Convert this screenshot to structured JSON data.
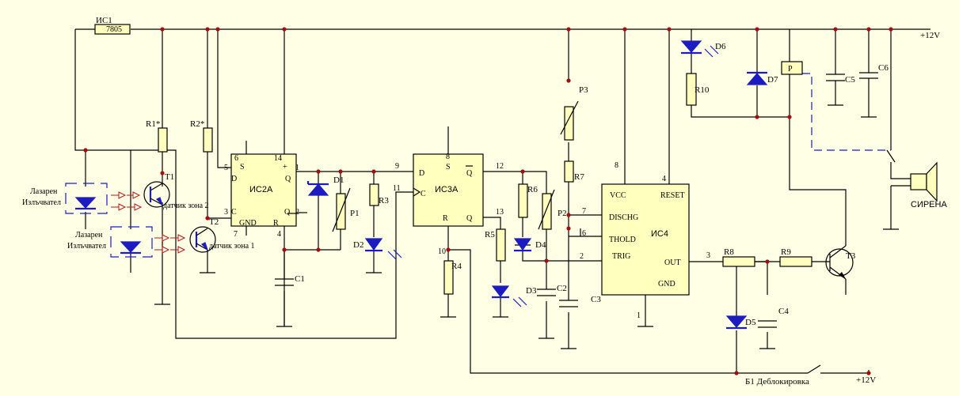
{
  "components": {
    "ic1": "ИС1",
    "reg": "7805",
    "r1": "R1*",
    "r2": "R2*",
    "t1": "T1",
    "t2": "T2",
    "t3": "T3",
    "sensor2": "датчик зона 2",
    "sensor1": "датчик зона 1",
    "laser_top_1": "Лазарен",
    "laser_top_2": "Излъчвател",
    "laser_bot_1": "Лазарен",
    "laser_bot_2": "Излъчвател",
    "ic2": "ИС2А",
    "ic3": "ИС3А",
    "ic4": "ИС4",
    "d1": "D1",
    "d2": "D2",
    "d3": "D3",
    "d4": "D4",
    "d5": "D5",
    "d6": "D6",
    "d7": "D7",
    "p1": "P1",
    "p2": "P2",
    "p3": "P3",
    "r3": "R3",
    "r4": "R4",
    "r5": "R5",
    "r6": "R6",
    "r7": "R7",
    "r8": "R8",
    "r9": "R9",
    "r10": "R10",
    "c1": "C1",
    "c2": "C2",
    "c3": "C3",
    "c4": "C4",
    "c5": "C5",
    "c6": "C6",
    "relay": "P",
    "siren": "СИРЕНА",
    "reset_btn": "Б1 Деблокировка",
    "vcc_top": "+12V",
    "vcc_bottom": "+12V"
  },
  "pins": {
    "ic2": {
      "s": "S",
      "d": "D",
      "c": "C",
      "gnd": "GND",
      "r": "R",
      "q": "Q",
      "qbar": "Q",
      "plus": "+",
      "n6": "6",
      "n14": "14",
      "n5": "5",
      "n3": "3",
      "n7": "7",
      "n4": "4",
      "n1": "1",
      "n2": "2"
    },
    "ic3": {
      "d": "D",
      "s": "S",
      "qbar": "Q",
      "c": "C",
      "r": "R",
      "q": "Q",
      "n8": "8",
      "n9": "9",
      "n11": "11",
      "n12": "12",
      "n13": "13",
      "n10": "10"
    },
    "ic4": {
      "vcc": "VCC",
      "reset": "RESET",
      "dischg": "DISCHG",
      "thold": "THOLD",
      "trig": "TRIG",
      "out": "OUT",
      "gnd": "GND",
      "n8": "8",
      "n4": "4",
      "n7": "7",
      "n6": "6",
      "n2": "2",
      "n3": "3",
      "n1": "1"
    }
  },
  "colors": {
    "background": "#ffffe6",
    "component_fill": "#ffffbe",
    "diode": "#1c1cc0",
    "junction": "#a01010",
    "wire": "#000000"
  }
}
